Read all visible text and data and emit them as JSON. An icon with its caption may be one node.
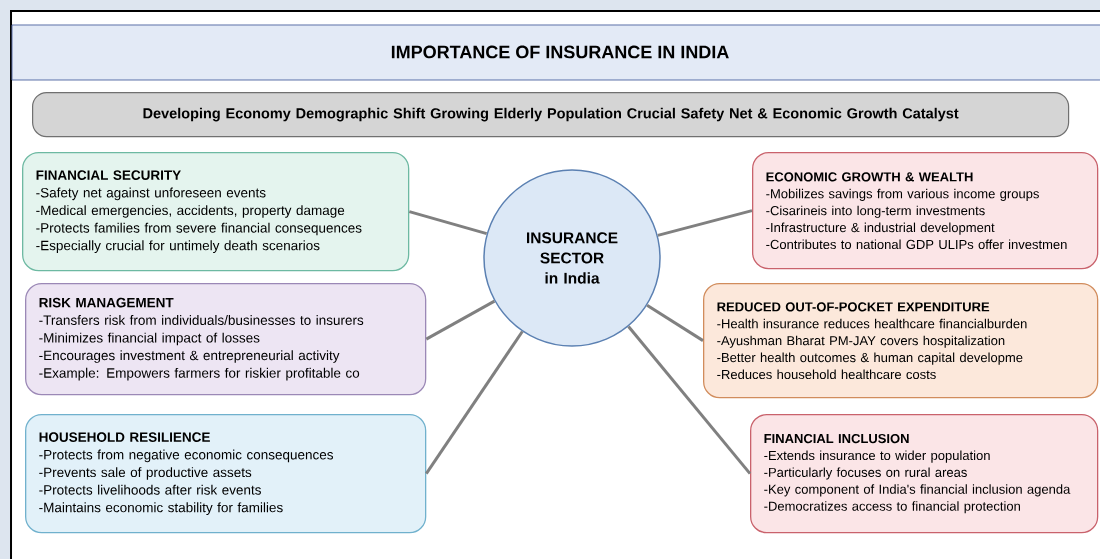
{
  "diagram": {
    "title": "IMPORTANCE OF INSURANCE IN INDIA",
    "nodes": [
      {
        "text": [
          "Developing Economy Demographic Shift Growing Elderly Population Crucial Safety Net & Economic Growth Catalyst"
        ]
      },
      {
        "text": [
          "FINANCIAL SECURITY",
          "-Safety net against unforeseen events",
          "-Medical emergencies, accidents, property damage",
          "-Protects families from severe financial consequences",
          "-Especially crucial for untimely death scenarios"
        ]
      },
      {
        "text": [
          "INSURANCE SECTOR",
          "in India"
        ]
      },
      {
        "text": [
          "ECONOMIC GROWTH & WEALTH",
          "-Mobilizes savings from various income groups",
          "-Cisarineis into long-term investments",
          "-Infrastructure & industrial development",
          "-Contributes to national GDP ULIPs offer investmen"
        ]
      },
      {
        "text": [
          "RISK MANAGEMENT",
          "-Transfers risk from individuals/businesses to insurers",
          "-Minimizes financial impact of losses",
          "-Encourages investment & entrepreneurial activity",
          "-Example: Empowers farmers for riskier profitable co"
        ]
      },
      {
        "text": [
          "REDUCED OUT-OF-POCKET EXPENDITURE",
          "-Health insurance reduces healthcare financialburden",
          "-Ayushman Bharat PM-JAY covers hospitalization",
          "-Better health outcomes & human capital developme",
          "-Reduces household healthcare costs"
        ]
      },
      {
        "text": [
          "HOUSEHOLD RESILIENCE",
          "-Protects from negative economic consequences",
          "-Prevents sale of productive assets",
          "-Protects livelihoods after risk events",
          "-Maintains economic stability for families"
        ]
      },
      {
        "text": [
          "FINANCIAL INCLUSION",
          "-Extends insurance to wider population",
          "-Particularly focuses on rural areas",
          "-Key component of India's financial inclusion agenda",
          "-Democratizes access to financial protection"
        ]
      }
    ],
    "edges": [
      {
        "from": 2,
        "to": 1,
        "arrow": "none"
      },
      {
        "from": 2,
        "to": 3,
        "arrow": "none"
      },
      {
        "from": 2,
        "to": 4,
        "arrow": "none"
      },
      {
        "from": 2,
        "to": 5,
        "arrow": "none"
      },
      {
        "from": 2,
        "to": 6,
        "arrow": "none"
      },
      {
        "from": 2,
        "to": 7,
        "arrow": "none"
      }
    ]
  }
}
